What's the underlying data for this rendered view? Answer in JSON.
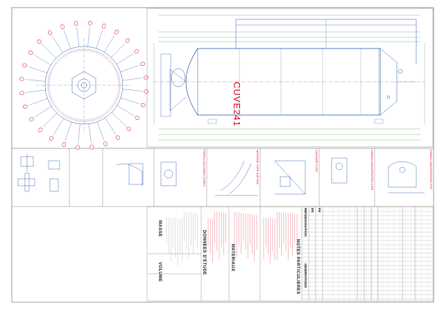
{
  "drawing": {
    "tank_label": "CUVE241",
    "section_titles": [
      "PORTILLON CAREE CORPS",
      "MONTAGE JUPE SUR DAC",
      "ANCRAGE CUVE",
      "ANNEAU MANUTENTION JUPE",
      "ANNEAU MANUTENTION TOIT"
    ],
    "table_headers": [
      "REP.",
      "DESIGNATION",
      "DN",
      "PN",
      "OBSERVATIONS"
    ],
    "notes_title": "NOTES PARTICULIERES",
    "materials_title": "MATERIAUX",
    "design_data_title": "DONNEES D'ETUDE",
    "mass_title": "MASSE",
    "volume_title": "VOLUME"
  },
  "colors": {
    "line": "#1d4fa8",
    "accent": "#d8001c",
    "dim": "#2a8f3c"
  }
}
